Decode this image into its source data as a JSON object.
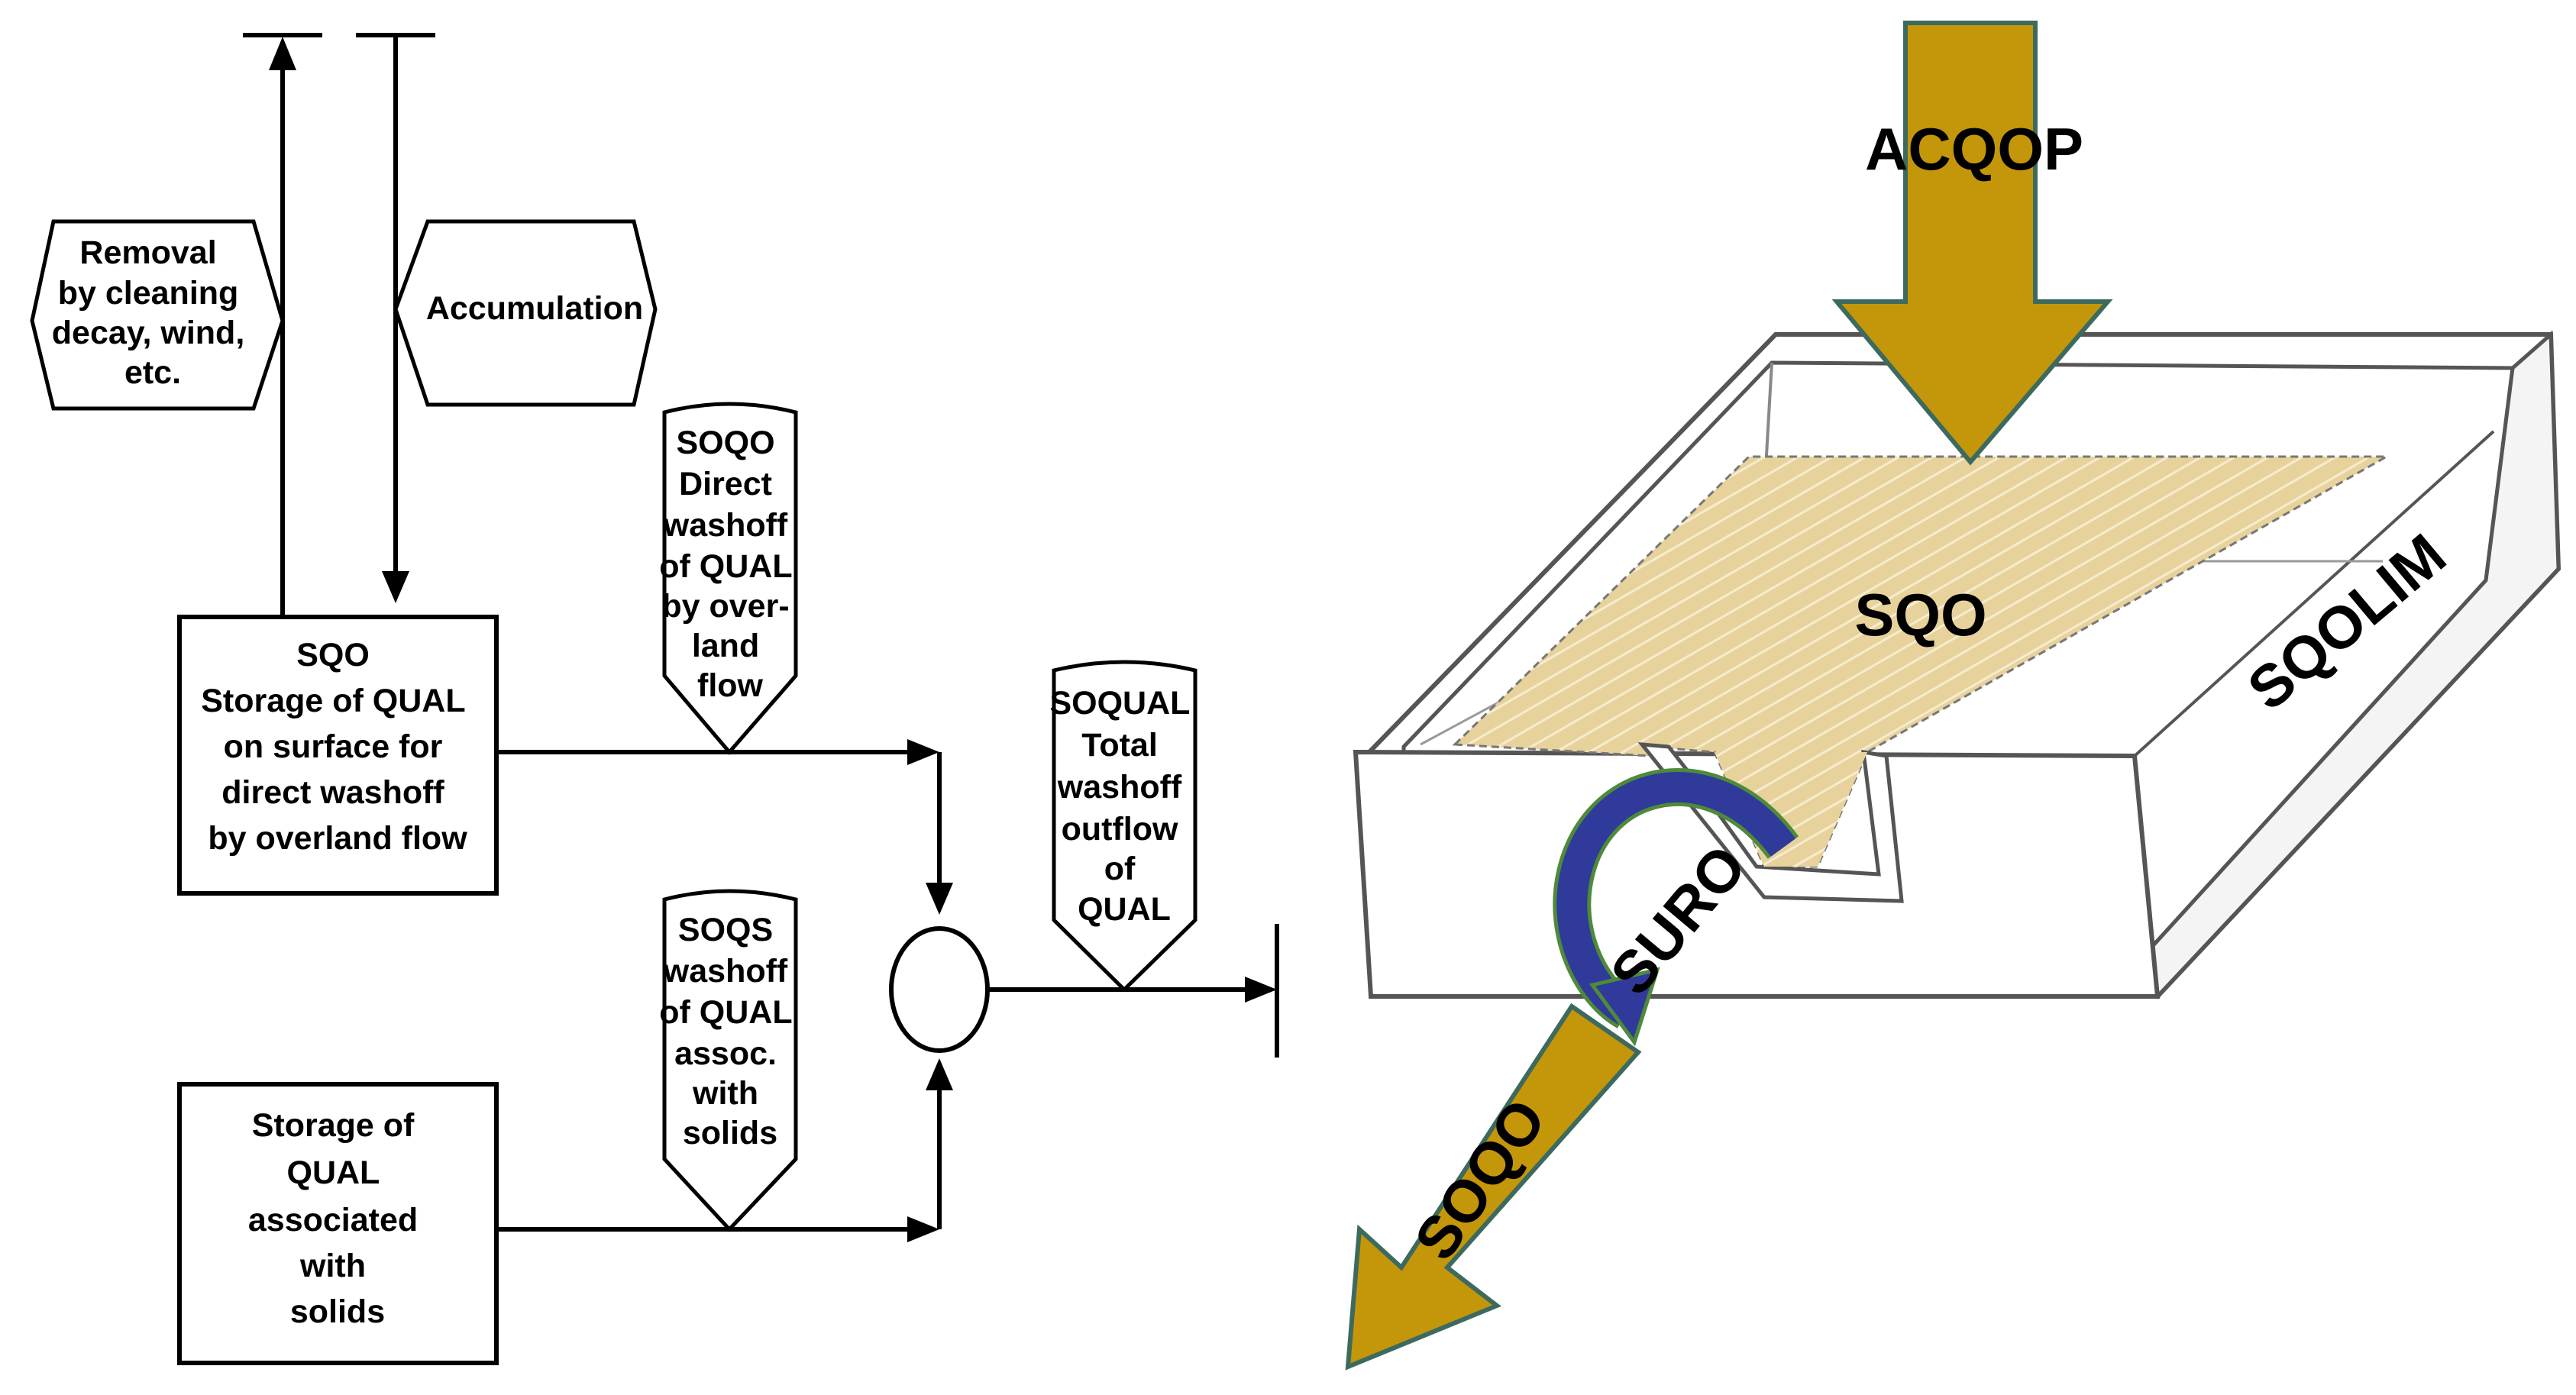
{
  "flowchart": {
    "removal_label": [
      "Removal",
      "by cleaning",
      "decay, wind,",
      "etc."
    ],
    "accumulation_label": "Accumulation",
    "sqo_box": [
      "SQO",
      "Storage of QUAL",
      "on surface for",
      "direct washoff",
      "by overland flow"
    ],
    "solids_box": [
      "Storage of",
      "QUAL",
      "associated",
      "with",
      "solids"
    ],
    "soqo_tag": [
      "SOQO",
      "Direct",
      "washoff",
      "of QUAL",
      "by over-",
      "land",
      "flow"
    ],
    "soqs_tag": [
      "SOQS",
      "washoff",
      "of QUAL",
      "assoc.",
      "with",
      "solids"
    ],
    "soqual_tag": [
      "SOQUAL",
      "Total",
      "washoff",
      "outflow",
      "of",
      "QUAL"
    ]
  },
  "illustration": {
    "acqop_label": "ACQOP",
    "sqo_label": "SQO",
    "sqolim_label": "SQOLIM",
    "suro_label": "SURO",
    "soqo_label": "SOQO"
  },
  "colors": {
    "arrow_fill": "#c4960a",
    "arrow_stroke": "#3d6a5f",
    "water_fill": "#e8d29c",
    "suro_arrow": "#2f3a9a",
    "suro_outline": "#4e8a3a",
    "tray_stroke": "#555555"
  }
}
